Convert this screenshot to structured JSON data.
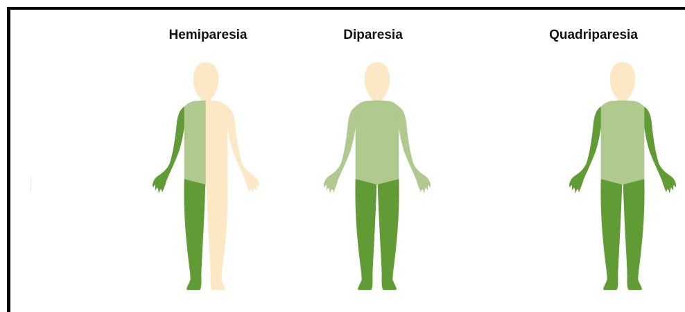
{
  "colors": {
    "unaffected": "#fde8c6",
    "mild": "#afc98e",
    "severe": "#609b35",
    "frame": "#000000"
  },
  "figures": [
    {
      "title": "Hemiparesia",
      "regions": {
        "head": "unaffected",
        "torso_left": "mild",
        "torso_right": "unaffected",
        "arm_left": "severe",
        "arm_right": "unaffected",
        "leg_left": "severe",
        "leg_right": "unaffected"
      }
    },
    {
      "title": "Diparesia",
      "regions": {
        "head": "unaffected",
        "torso_left": "mild",
        "torso_right": "mild",
        "arm_left": "mild",
        "arm_right": "mild",
        "leg_left": "severe",
        "leg_right": "severe"
      }
    },
    {
      "title": "Quadriparesia",
      "regions": {
        "head": "unaffected",
        "torso_left": "mild",
        "torso_right": "mild",
        "arm_left": "severe",
        "arm_right": "severe",
        "leg_left": "severe",
        "leg_right": "severe"
      }
    }
  ]
}
